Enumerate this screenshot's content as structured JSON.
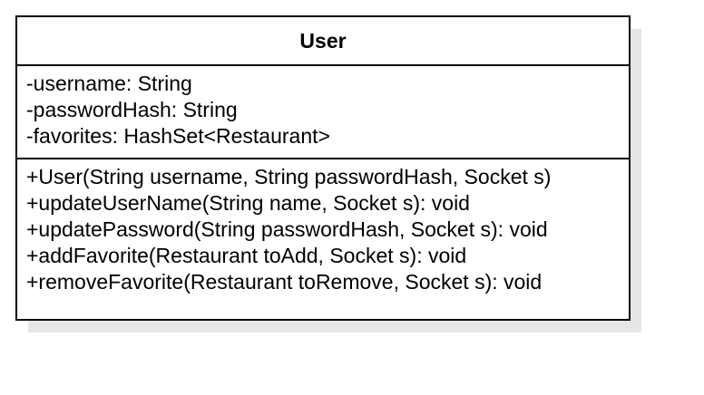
{
  "class": {
    "name": "User",
    "attributes": [
      "-username: String",
      "-passwordHash: String",
      "-favorites: HashSet<Restaurant>"
    ],
    "methods": [
      "+User(String username, String passwordHash, Socket s)",
      "+updateUserName(String name, Socket s): void",
      "+updatePassword(String passwordHash, Socket s): void",
      "+addFavorite(Restaurant toAdd, Socket s): void",
      "+removeFavorite(Restaurant toRemove, Socket s): void"
    ]
  }
}
